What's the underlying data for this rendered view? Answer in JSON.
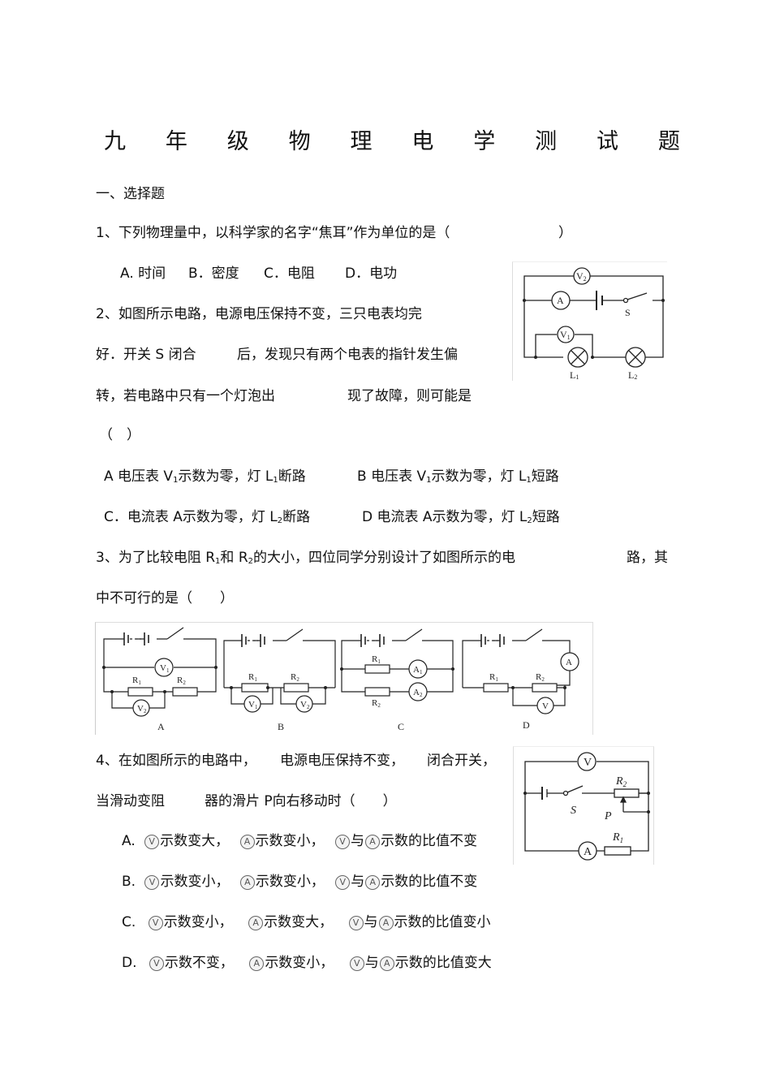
{
  "document": {
    "title_chars": [
      "九",
      "年",
      "级",
      "物",
      "理",
      "电",
      "学",
      "测",
      "试",
      "题"
    ],
    "section": "一、选择题"
  },
  "q1": {
    "stem": "1、下列物理量中，以科学家的名字“焦耳”作为单位的是（",
    "paren_close": "）",
    "options": [
      "A. 时间",
      "B．密度",
      "C．电阻",
      "D．电功"
    ]
  },
  "q2": {
    "lines": [
      "2、如图所示电路，电源电压保持不变，三只电表均完",
      "好．开关 S 闭合",
      "后，发现只有两个电表的指针发生偏",
      "转，若电路中只有一个灯泡出",
      "现了故障，则可能是",
      "（　）"
    ],
    "options": {
      "A_pre": "A  电压表  V",
      "A_sub": "1",
      "A_mid": "示数为零，灯   L",
      "A_sub2": "1",
      "A_post": "断路",
      "B_pre": "B  电压表  V",
      "B_sub": "1",
      "B_mid": "示数为零，灯   L",
      "B_sub2": "1",
      "B_post": "短路",
      "C_pre": "C．电流表  A示数为零，灯   L",
      "C_sub": "2",
      "C_post": "断路",
      "D_pre": "D 电流表  A示数为零，灯   L",
      "D_sub": "2",
      "D_post": "短路"
    },
    "figure": {
      "labels": [
        "V2",
        "A",
        "S",
        "V1",
        "L1",
        "L2"
      ]
    }
  },
  "q3": {
    "line1_pre": "3、为了比较电阻   R",
    "line1_sub1": "1",
    "line1_mid": "和  R",
    "line1_sub2": "2",
    "line1_post": "的大小，四位同学分别设计了如图所示的电",
    "line1_end": "路，其",
    "line2": "中不可行的是（　　）",
    "figure_labels": [
      "A",
      "B",
      "C",
      "D"
    ]
  },
  "q4": {
    "line1a": "4、在如图所示的电路中，",
    "line1b": "电源电压保持不变，",
    "line1c": "闭合开关，",
    "line2a": "当滑动变阻",
    "line2b": "器的滑片  P向右移动时（　　）",
    "meter_v": "V",
    "meter_a": "A",
    "options": [
      {
        "letter": "A.",
        "v": "示数变大，",
        "a": "示数变小，",
        "yu": "与",
        "ratio": "示数的比值不变"
      },
      {
        "letter": "B.",
        "v": "示数变小，",
        "a": "示数变小，",
        "yu": "与",
        "ratio": "示数的比值不变"
      },
      {
        "letter": "C.",
        "v": "示数变小，",
        "a": "示数变大，",
        "yu": "与",
        "ratio": "示数的比值变小"
      },
      {
        "letter": "D.",
        "v": "示数不变，",
        "a": "示数变小，",
        "yu": "与",
        "ratio": "示数的比值变大"
      }
    ]
  }
}
